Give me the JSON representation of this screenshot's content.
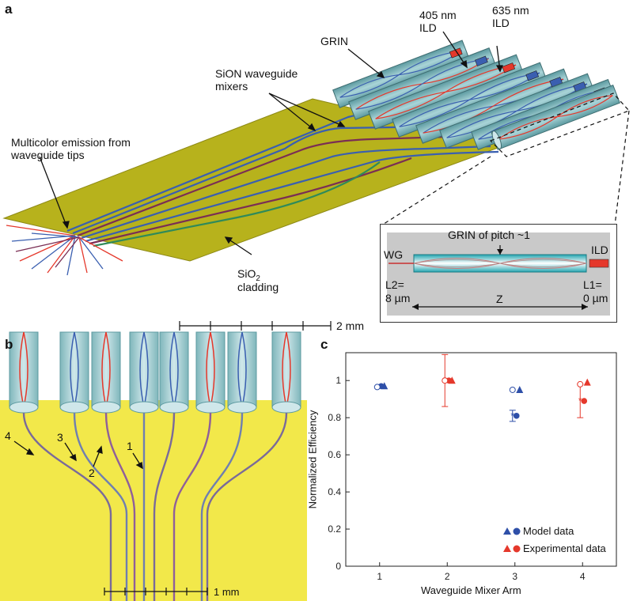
{
  "panel_a": {
    "label": "a",
    "grin_label": "GRIN",
    "ild405_label": [
      "405 nm",
      "ILD"
    ],
    "ild635_label": [
      "635 nm",
      "ILD"
    ],
    "mixers_label": [
      "SiON waveguide",
      "mixers"
    ],
    "emission_label": [
      "Multicolor emission from",
      "waveguide tips"
    ],
    "cladding_label": [
      "SiO",
      "2",
      "cladding"
    ],
    "inset": {
      "title": "GRIN of pitch ~1",
      "wg": "WG",
      "ild": "ILD",
      "l2": [
        "L2=",
        "8 µm"
      ],
      "l1": [
        "L1=",
        "0 µm"
      ],
      "z": "Z"
    }
  },
  "panel_b": {
    "label": "b",
    "scale_top": "2 mm",
    "scale_bottom": "1 mm",
    "arm_labels": [
      "1",
      "2",
      "3",
      "4"
    ]
  },
  "panel_c": {
    "label": "c",
    "legend": [
      "Model data",
      "Experimental data"
    ],
    "colors": {
      "model": "#2e4fa8",
      "experimental": "#e5382b"
    }
  },
  "chart_data": {
    "type": "scatter",
    "xlabel": "Waveguide Mixer Arm",
    "ylabel": "Normalized Efficiency",
    "xlim": [
      0.5,
      4.5
    ],
    "ylim": [
      0,
      1.15
    ],
    "xticks": [
      "1",
      "2",
      "3",
      "4"
    ],
    "yticks": [
      "0",
      "0.2",
      "0.4",
      "0.6",
      "0.8",
      "1"
    ],
    "grid": false,
    "legend_position": "bottom-right",
    "series": [
      {
        "name": "Model data",
        "color": "#2e4fa8",
        "points": [
          {
            "x": 1,
            "y": 0.97,
            "shape": "triangle",
            "err": 0
          },
          {
            "x": 1,
            "y": 0.97,
            "shape": "circle",
            "err": 0
          },
          {
            "x": 3,
            "y": 0.95,
            "shape": "triangle",
            "err": 0
          },
          {
            "x": 3,
            "y": 0.81,
            "shape": "circle",
            "err": 0.03
          }
        ],
        "open_markers": [
          {
            "x": 1,
            "y": 0.965
          },
          {
            "x": 3,
            "y": 0.95
          }
        ]
      },
      {
        "name": "Experimental data",
        "color": "#e5382b",
        "points": [
          {
            "x": 2,
            "y": 1.0,
            "shape": "triangle",
            "err": 0
          },
          {
            "x": 2,
            "y": 1.0,
            "shape": "circle",
            "err": 0.14
          },
          {
            "x": 4,
            "y": 0.99,
            "shape": "triangle",
            "err": 0
          },
          {
            "x": 4,
            "y": 0.89,
            "shape": "circle",
            "err": 0.09
          }
        ],
        "open_markers": [
          {
            "x": 2,
            "y": 1.0
          },
          {
            "x": 4,
            "y": 0.98
          }
        ]
      }
    ]
  }
}
